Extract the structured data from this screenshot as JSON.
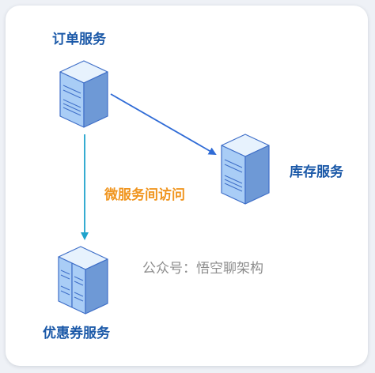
{
  "services": {
    "order": "订单服务",
    "inventory": "库存服务",
    "coupon": "优惠券服务"
  },
  "edge_label": "微服务间访问",
  "watermark": "公众号：悟空聊架构",
  "colors": {
    "label": "#1b59a8",
    "arrow_blue": "#2f6bd6",
    "arrow_teal": "#1fa3cc",
    "note": "#f0951f",
    "server_front": "#a9cdf6",
    "server_side": "#6e99d6",
    "server_top": "#e7f2fd",
    "server_stroke": "#3f6fc8"
  }
}
